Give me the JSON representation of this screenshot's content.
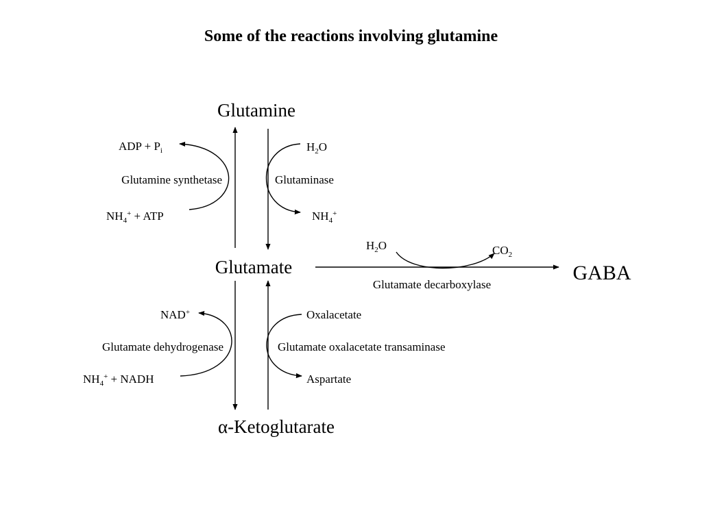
{
  "title": "Some of the reactions involving glutamine",
  "compounds": {
    "glutamine": "Glutamine",
    "glutamate": "Glutamate",
    "gaba": "GABA",
    "ketoglutarate": "α-Ketoglutarate"
  },
  "synthetase": {
    "enzyme": "Glutamine synthetase",
    "product_main": "ADP + P",
    "product_sub": "i",
    "substrate_main": "NH",
    "substrate_sub": "4",
    "substrate_sup": "+",
    "substrate_rest": " + ATP"
  },
  "glutaminase": {
    "enzyme": "Glutaminase",
    "input_main": "H",
    "input_sub": "2",
    "input_rest": "O",
    "output_main": "NH",
    "output_sub": "4",
    "output_sup": "+"
  },
  "decarboxylase": {
    "enzyme": "Glutamate decarboxylase",
    "input_main": "H",
    "input_sub": "2",
    "input_rest": "O",
    "output_main": "CO",
    "output_sub": "2"
  },
  "dehydrogenase": {
    "enzyme": "Glutamate dehydrogenase",
    "top_main": "NAD",
    "top_sup": "+",
    "bottom_main": "NH",
    "bottom_sub": "4",
    "bottom_sup": "+",
    "bottom_rest": " + NADH"
  },
  "transaminase": {
    "enzyme": "Glutamate oxalacetate transaminase",
    "top": "Oxalacetate",
    "bottom": "Aspartate"
  }
}
